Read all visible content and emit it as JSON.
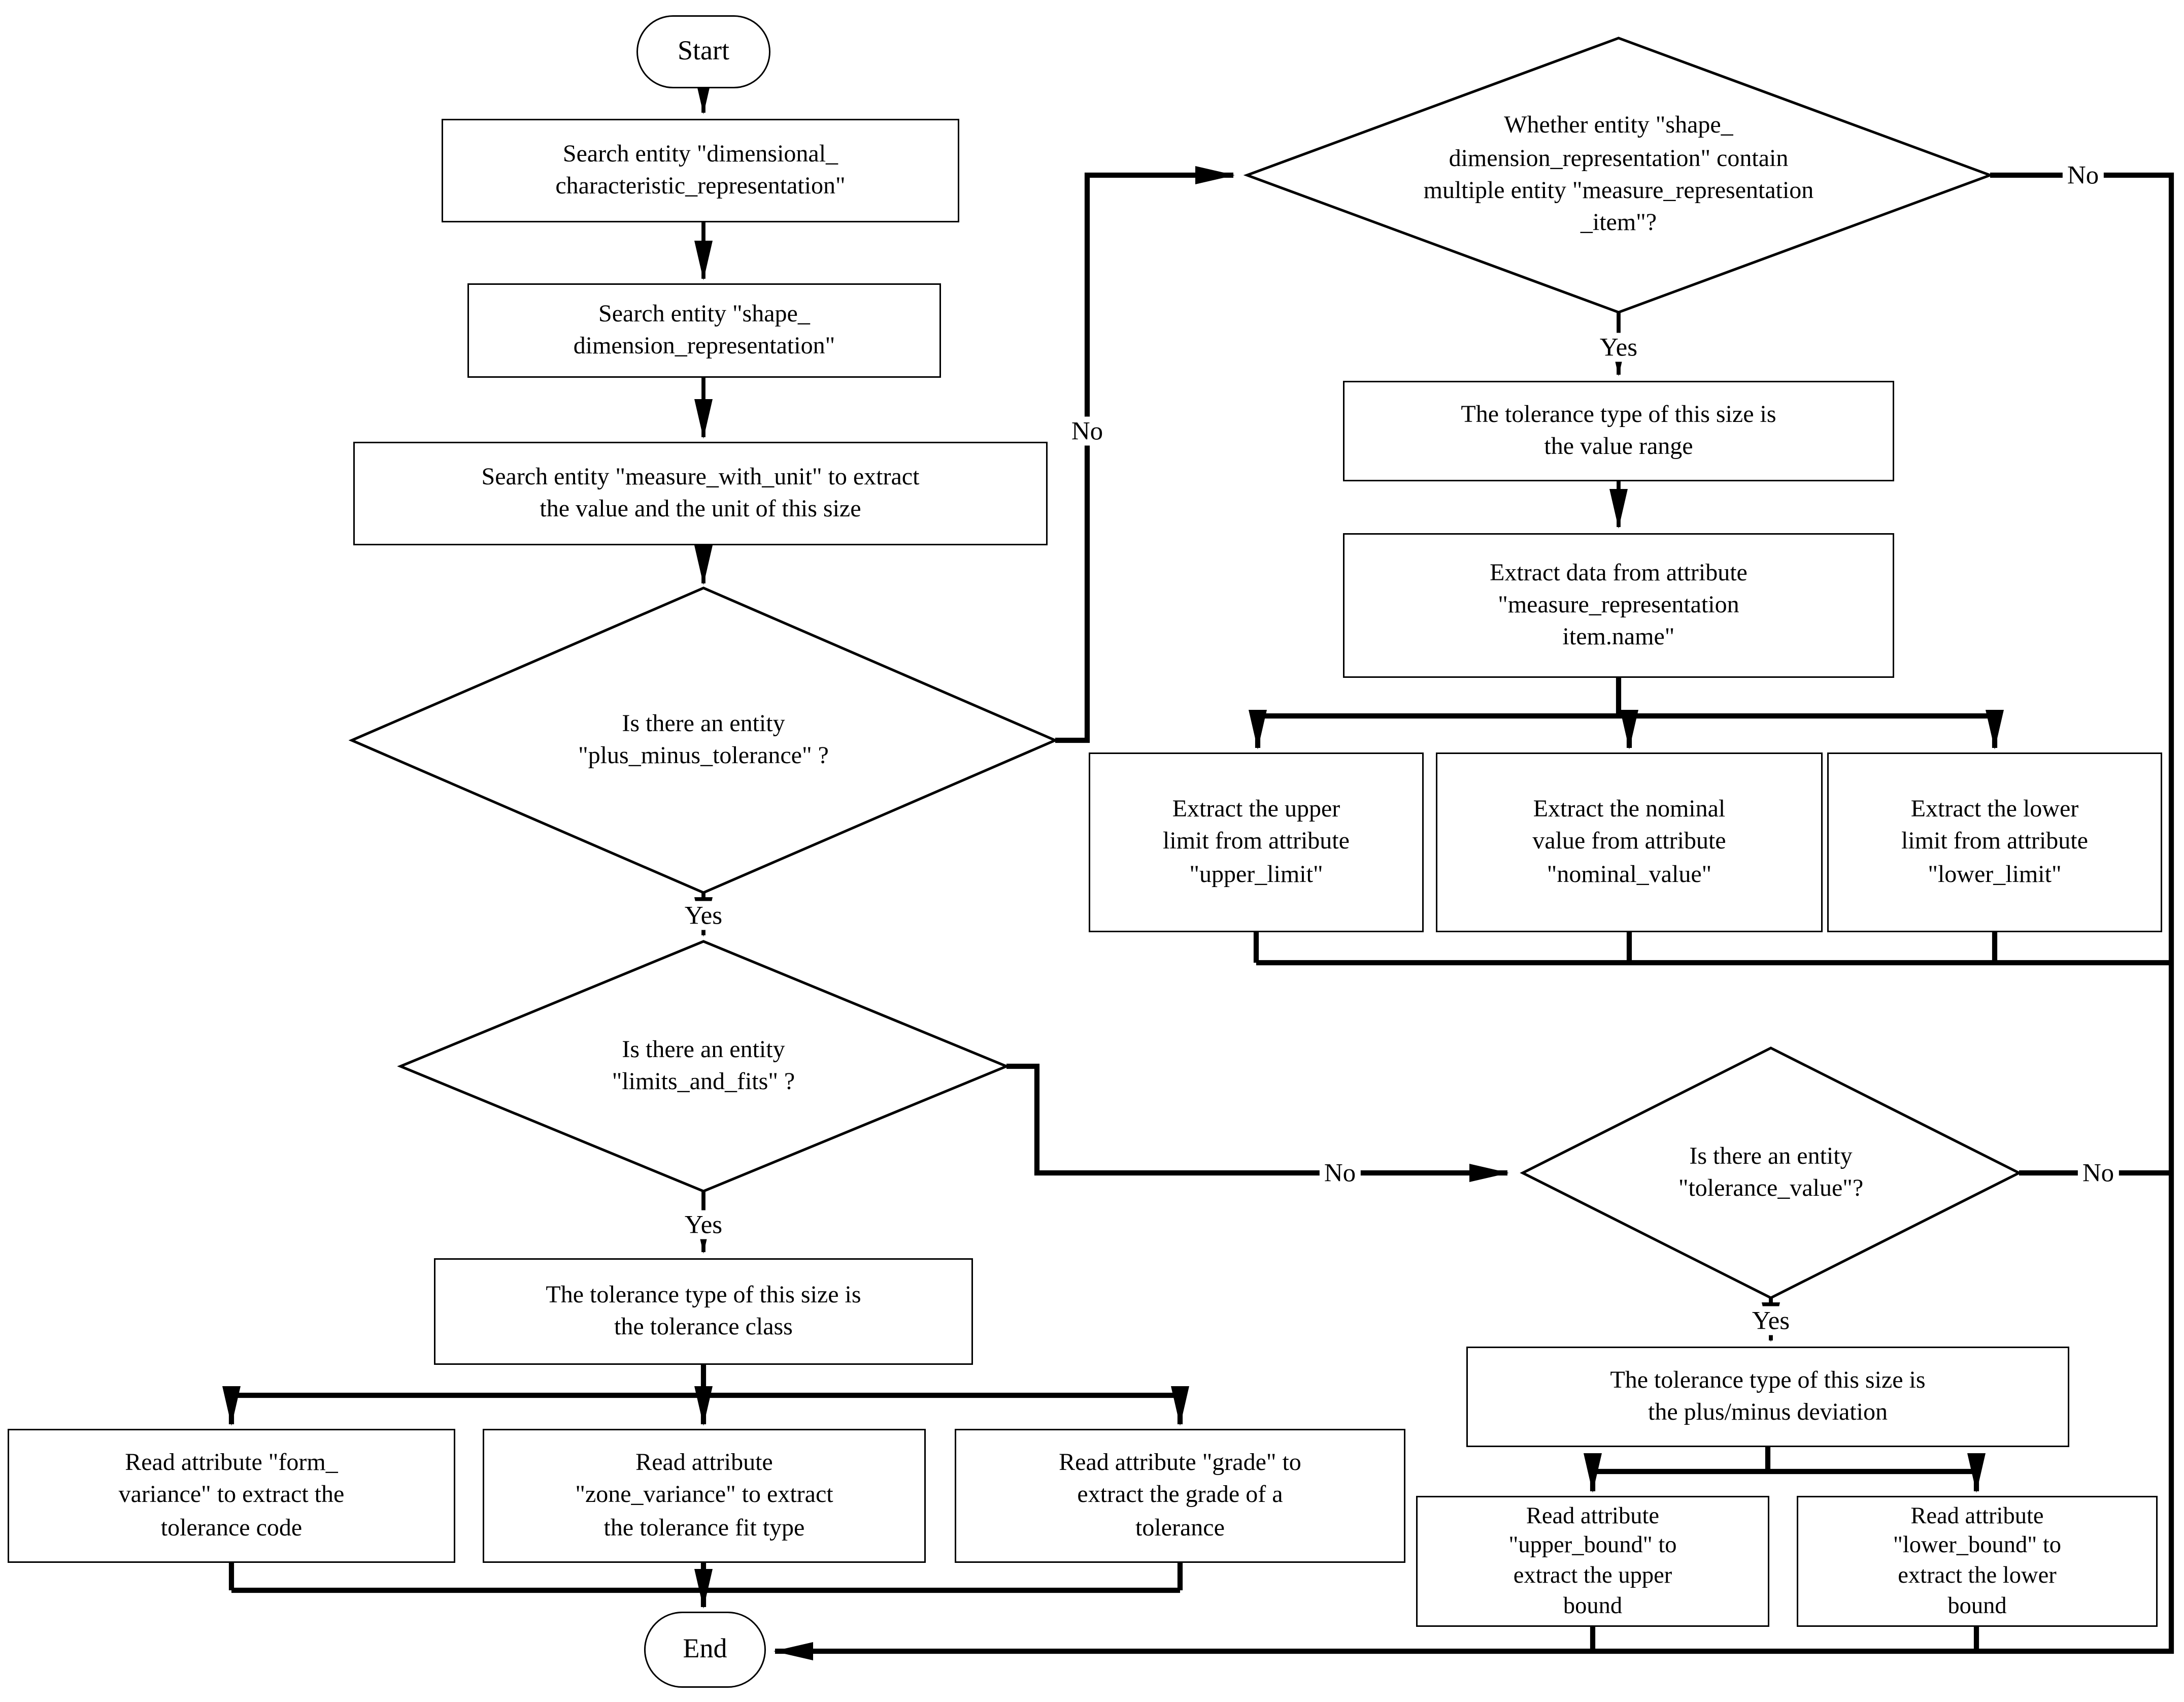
{
  "figure": {
    "type": "flowchart",
    "description": "Flowchart for extracting size tolerance information from STEP entities"
  },
  "flowchart": {
    "edge_labels": {
      "yes": "Yes",
      "no": "No"
    },
    "nodes": {
      "start": "Start",
      "search_dimensional": "Search entity \"dimensional_\ncharacteristic_representation\"",
      "search_shape": "Search entity \"shape_\ndimension_representation\"",
      "search_measure_unit": "Search entity \"measure_with_unit\" to extract\nthe value and the unit of this size",
      "decision_plus_minus": "Is there an entity\n\"plus_minus_tolerance\" ?",
      "decision_multi_item": "Whether entity \"shape_\ndimension_representation\" contain\nmultiple entity \"measure_representation\n_item\"?",
      "type_value_range": "The tolerance type of this size is\nthe value range",
      "extract_item_name": "Extract data from attribute\n\"measure_representation\nitem.name\"",
      "extract_upper_limit": "Extract the upper\nlimit from attribute\n\"upper_limit\"",
      "extract_nominal_value": "Extract the nominal\nvalue from attribute\n\"nominal_value\"",
      "extract_lower_limit": "Extract the lower\nlimit from attribute\n\"lower_limit\"",
      "decision_limits_fits": "Is there an entity\n\"limits_and_fits\" ?",
      "type_tolerance_class": "The tolerance type of this size is\nthe tolerance class",
      "read_form_variance": "Read attribute \"form_\nvariance\" to extract the\ntolerance code",
      "read_zone_variance": "Read attribute\n\"zone_variance\" to extract\nthe tolerance fit type",
      "read_grade": "Read attribute \"grade\" to\nextract the grade of a\ntolerance",
      "decision_tolerance_value": "Is there an entity\n\"tolerance_value\"?",
      "type_plus_minus_deviation": "The tolerance type of this size is\nthe plus/minus deviation",
      "read_upper_bound": "Read attribute\n\"upper_bound\" to\nextract the upper\nbound",
      "read_lower_bound": "Read attribute\n\"lower_bound\" to\nextract the lower\nbound",
      "end": "End"
    }
  }
}
